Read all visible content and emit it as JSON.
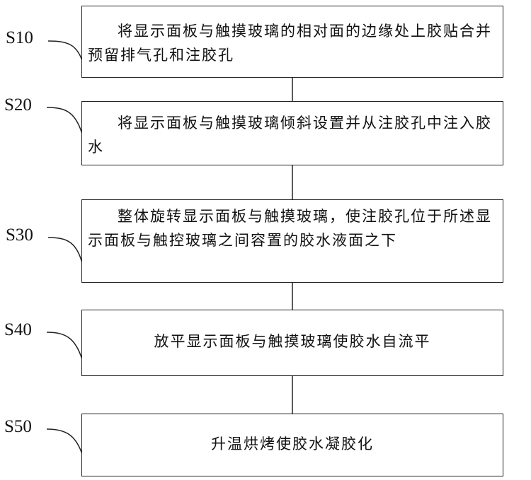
{
  "steps": [
    {
      "id": "S10",
      "text": "将显示面板与触摸玻璃的相对面的边缘处上胶贴合并预留排气孔和注胶孔"
    },
    {
      "id": "S20",
      "text": "将显示面板与触摸玻璃倾斜设置并从注胶孔中注入胶水"
    },
    {
      "id": "S30",
      "text": "整体旋转显示面板与触摸玻璃，使注胶孔位于所述显示面板与触控玻璃之间容置的胶水液面之下"
    },
    {
      "id": "S40",
      "text": "放平显示面板与触摸玻璃使胶水自流平"
    },
    {
      "id": "S50",
      "text": "升温烘烤使胶水凝胶化"
    }
  ]
}
